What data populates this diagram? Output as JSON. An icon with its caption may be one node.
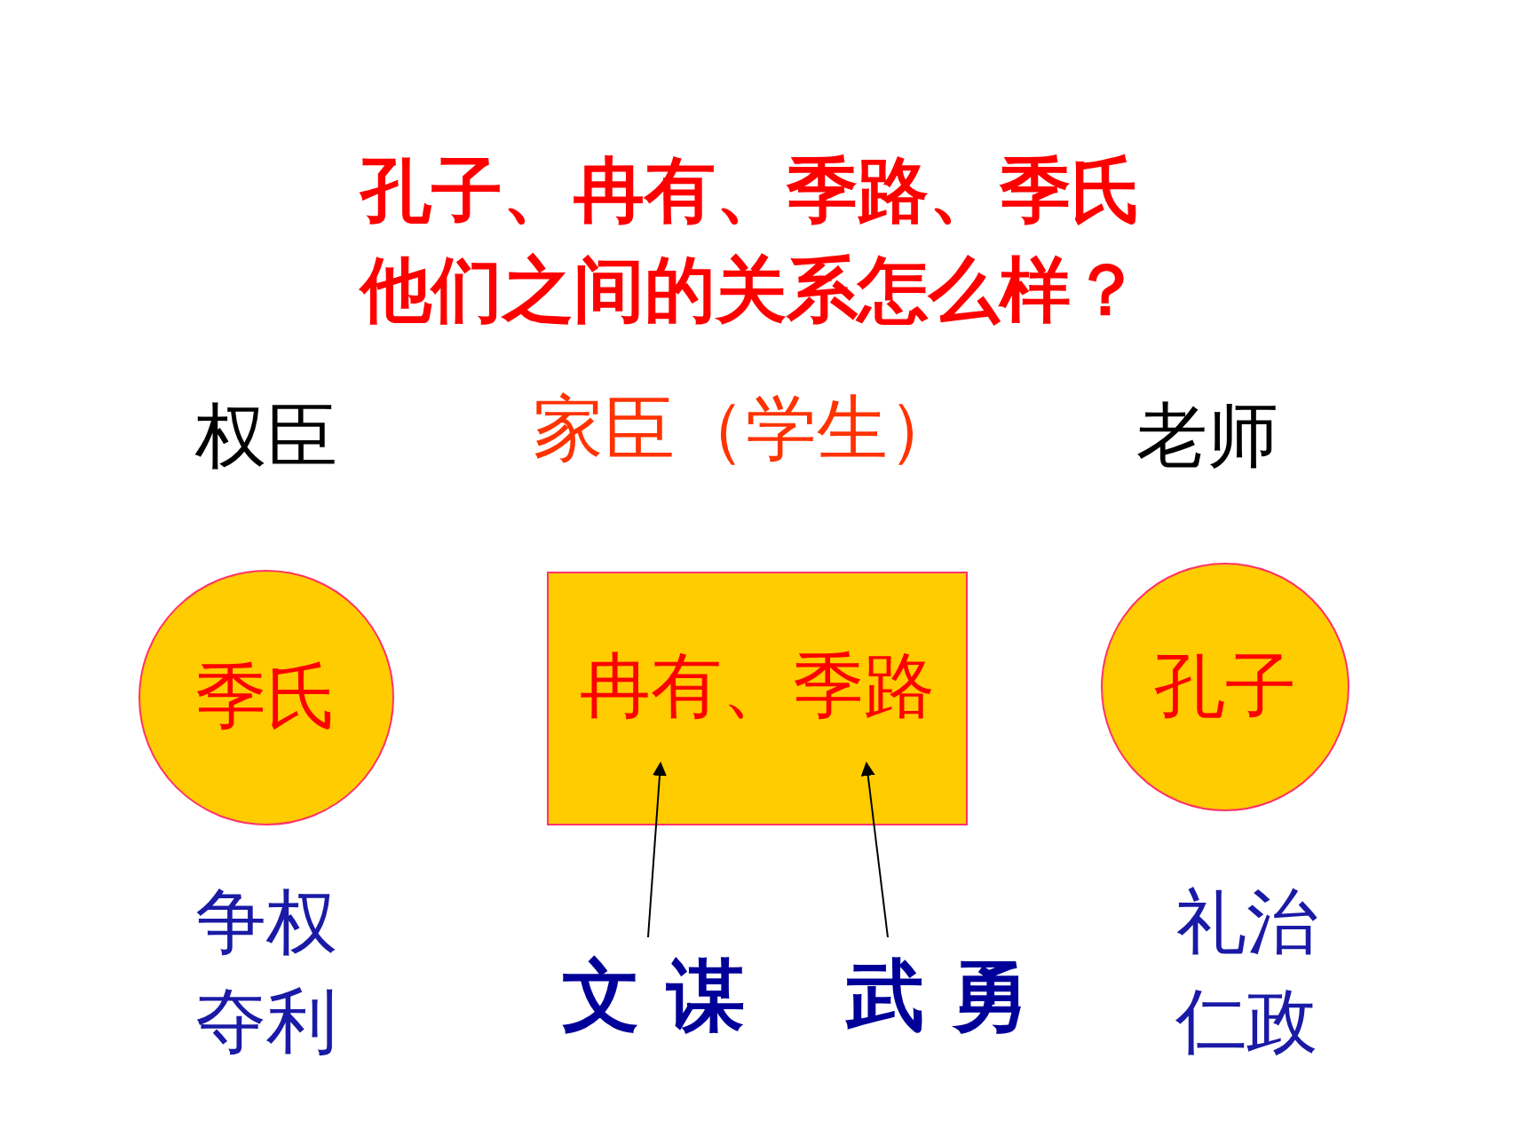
{
  "diagram": {
    "title": "孔子、冉有、季路、季氏他们之间的关系怎么样？",
    "nodes": [
      {
        "text": [
          "季氏"
        ],
        "beside": [
          "权臣",
          "争权夺利"
        ]
      },
      {
        "text": [
          "冉有、季路"
        ],
        "beside": [
          "家臣（学生）"
        ]
      },
      {
        "text": [
          "孔子"
        ],
        "beside": [
          "老师",
          "礼治仁政"
        ]
      },
      {
        "text": [
          "文 谋"
        ]
      },
      {
        "text": [
          "武 勇"
        ]
      }
    ],
    "edges": [
      {
        "from": 3,
        "to": 1,
        "arrow": "to"
      },
      {
        "from": 4,
        "to": 1,
        "arrow": "to"
      }
    ]
  }
}
